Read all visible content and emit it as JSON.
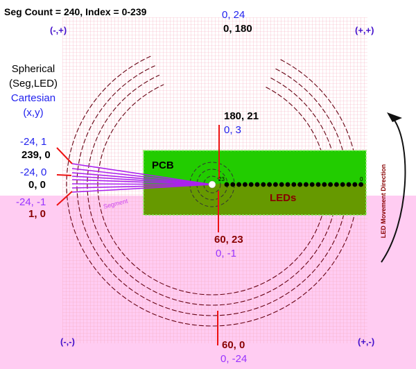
{
  "title": "Seg Count = 240, Index = 0-239",
  "colors": {
    "pink_zone": "#ffccf2",
    "grid": "#f4a6b8",
    "pcb_upper": "#22cc00",
    "pcb_lower": "#669900",
    "pcb_border": "#88ee66",
    "ring": "#660011",
    "segment": "#aa22ee",
    "callout": "#ee1111",
    "blue": "#2222ee",
    "purple": "#9933ff",
    "dark_red": "#880000",
    "navy_purple": "#4411cc"
  },
  "quadrants": {
    "top_left": "(-,+)",
    "top_right": "(+,+)",
    "bottom_left": "(-,-)",
    "bottom_right": "(+,-)"
  },
  "legend": {
    "spherical": "Spherical",
    "seg_led": "(Seg,LED)",
    "cartesian": "Cartesian",
    "xy": "(x,y)"
  },
  "labels": {
    "top_cart": "0, 24",
    "top_sph": "0, 180",
    "center_sph": "180, 21",
    "center_cart": "0, 3",
    "below_sph": "60, 23",
    "below_cart": "0, -1",
    "bottom_sph": "60, 0",
    "bottom_cart": "0, -24",
    "left1_cart": "-24, 1",
    "left1_sph": "239, 0",
    "left2_cart": "-24, 0",
    "left2_sph": "0, 0",
    "left3_cart": "-24, -1",
    "left3_sph": "1, 0",
    "pcb": "PCB",
    "leds": "LEDs",
    "segment": "Segment",
    "led_first": "23",
    "led_last": "0",
    "movement": "LED Movement Direction"
  }
}
